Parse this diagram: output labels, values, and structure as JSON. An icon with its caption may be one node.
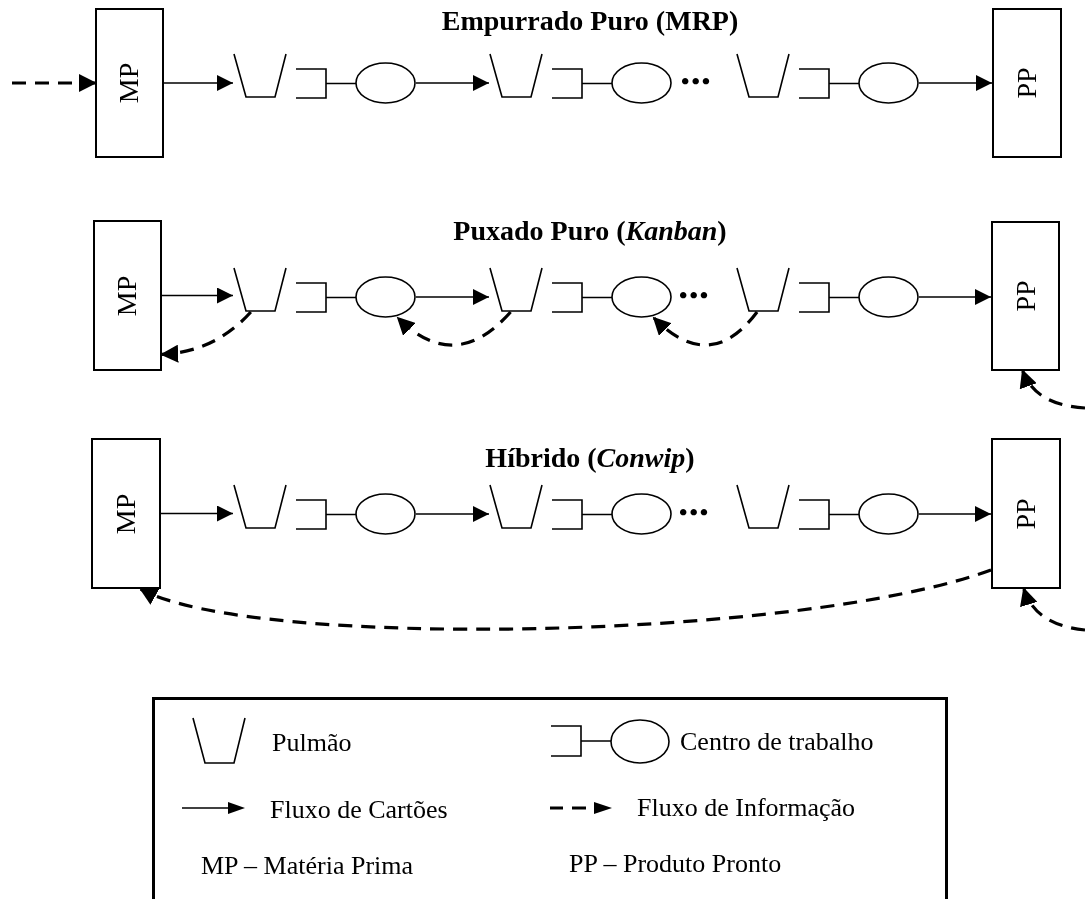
{
  "diagram": {
    "nodes": [
      {
        "text": [
          "MP"
        ]
      },
      {
        "text": [],
        "shape": "trapezoid"
      },
      {
        "text": [],
        "shape": "ellipse"
      },
      {
        "text": [],
        "shape": "trapezoid"
      },
      {
        "text": [],
        "shape": "ellipse"
      },
      {
        "text": [],
        "shape": "trapezoid"
      },
      {
        "text": [],
        "shape": "ellipse"
      },
      {
        "text": [
          "PP"
        ]
      },
      {
        "text": [
          "MP"
        ]
      },
      {
        "text": [],
        "shape": "trapezoid"
      },
      {
        "text": [],
        "shape": "ellipse"
      },
      {
        "text": [],
        "shape": "trapezoid"
      },
      {
        "text": [],
        "shape": "ellipse"
      },
      {
        "text": [],
        "shape": "trapezoid"
      },
      {
        "text": [],
        "shape": "ellipse"
      },
      {
        "text": [
          "PP"
        ]
      },
      {
        "text": [
          "MP"
        ]
      },
      {
        "text": [],
        "shape": "trapezoid"
      },
      {
        "text": [],
        "shape": "ellipse"
      },
      {
        "text": [],
        "shape": "trapezoid"
      },
      {
        "text": [],
        "shape": "ellipse"
      },
      {
        "text": [],
        "shape": "trapezoid"
      },
      {
        "text": [],
        "shape": "ellipse"
      },
      {
        "text": [
          "PP"
        ]
      }
    ],
    "edges": [
      {
        "from": null,
        "to": 0,
        "arrow": "to",
        "style": "dashed"
      },
      {
        "from": 0,
        "to": 1,
        "arrow": "to"
      },
      {
        "from": 2,
        "to": 3,
        "arrow": "to"
      },
      {
        "from": 6,
        "to": 7,
        "arrow": "to"
      },
      {
        "from": 8,
        "to": 9,
        "arrow": "to"
      },
      {
        "from": 10,
        "to": 11,
        "arrow": "to"
      },
      {
        "from": 14,
        "to": 15,
        "arrow": "to"
      },
      {
        "from": 9,
        "to": 8,
        "arrow": "to",
        "style": "dashed"
      },
      {
        "from": 11,
        "to": 10,
        "arrow": "to",
        "style": "dashed"
      },
      {
        "from": 13,
        "to": 12,
        "arrow": "to",
        "style": "dashed"
      },
      {
        "from": null,
        "to": 15,
        "arrow": "to",
        "style": "dashed"
      },
      {
        "from": 16,
        "to": 17,
        "arrow": "to"
      },
      {
        "from": 18,
        "to": 19,
        "arrow": "to"
      },
      {
        "from": 22,
        "to": 23,
        "arrow": "to"
      },
      {
        "from": 23,
        "to": 16,
        "arrow": "to",
        "style": "dashed"
      },
      {
        "from": null,
        "to": 23,
        "arrow": "to",
        "style": "dashed"
      }
    ],
    "labels": [
      "Empurrado Puro (MRP)",
      "•••",
      "Puxado Puro (*Kanban*)",
      "•••",
      "Híbrido (*Conwip*)",
      "•••"
    ],
    "legend": [
      {
        "text": "Pulmão"
      },
      {
        "text": "Centro de trabalho"
      },
      {
        "text": "Fluxo de Cartões"
      },
      {
        "text": "Fluxo de Informação"
      },
      {
        "text": "MP – Matéria Prima"
      },
      {
        "text": "PP – Produto Pronto"
      }
    ]
  }
}
